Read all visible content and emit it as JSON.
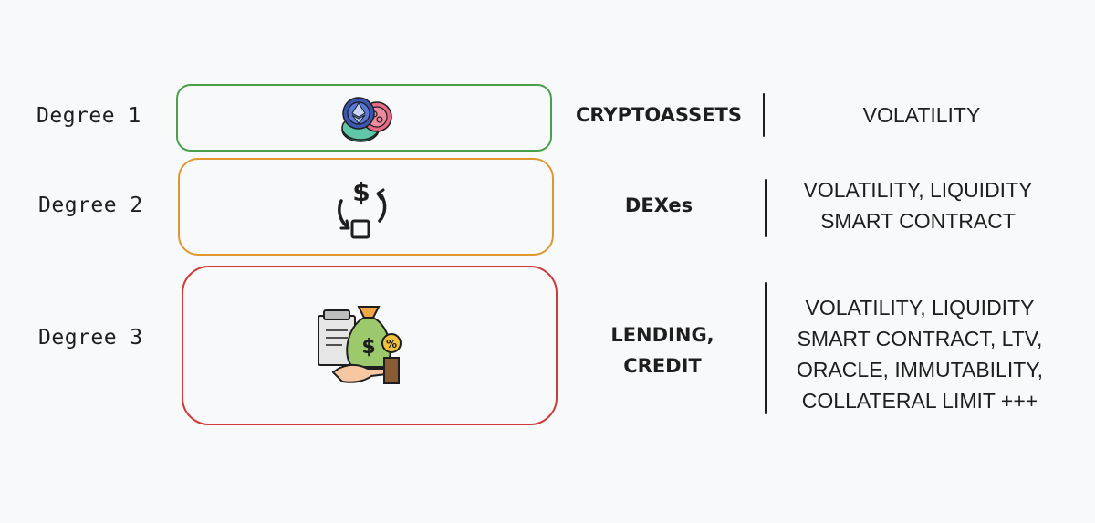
{
  "degrees": [
    {
      "label": "Degree 1",
      "border_color": "#49a04a",
      "icon": "crypto-coins-icon",
      "category_lines": [
        "CRYPTOASSETS"
      ],
      "risk_lines": [
        "VOLATILITY"
      ]
    },
    {
      "label": "Degree 2",
      "border_color": "#e0972f",
      "icon": "dollar-exchange-icon",
      "category_lines": [
        "DEXes"
      ],
      "risk_lines": [
        "VOLATILITY, LIQUIDITY",
        "SMART CONTRACT"
      ]
    },
    {
      "label": "Degree 3",
      "border_color": "#d03a3a",
      "icon": "money-bag-hand-icon",
      "category_lines": [
        "LENDING,",
        "CREDIT"
      ],
      "risk_lines": [
        "VOLATILITY, LIQUIDITY",
        "SMART CONTRACT, LTV,",
        "ORACLE, IMMUTABILITY,",
        "COLLATERAL LIMIT +++"
      ]
    }
  ]
}
